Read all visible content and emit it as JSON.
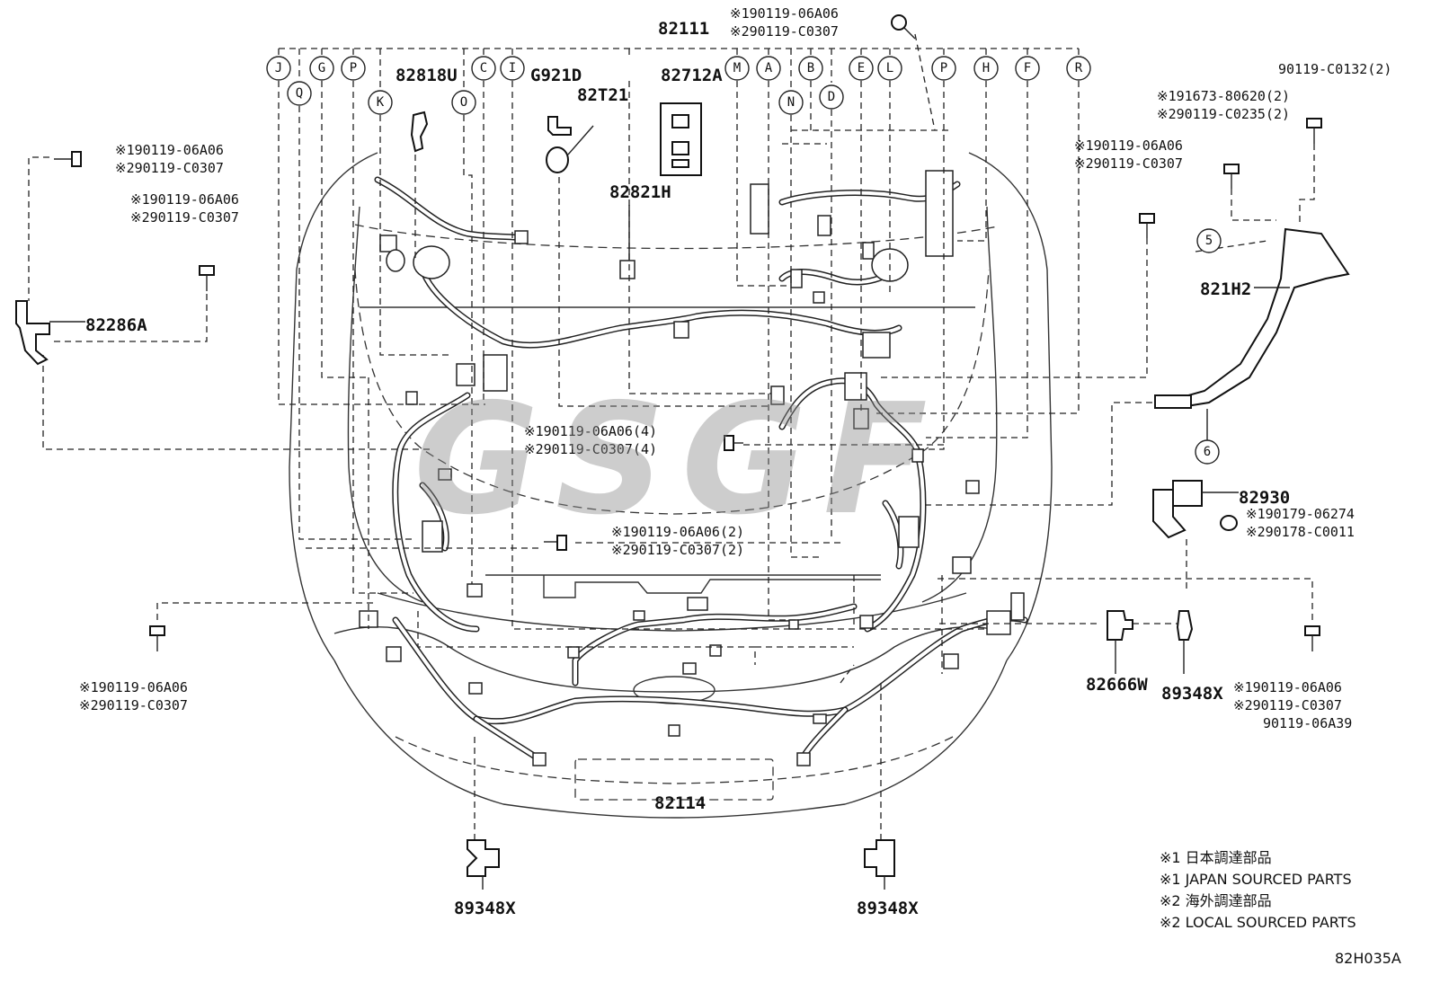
{
  "watermark": "GSGF",
  "drawing_code": "82H035A",
  "labels": {
    "p82111": "82111",
    "p82818U": "82818U",
    "pG921D": "G921D",
    "p82T21": "82T21",
    "p82712A": "82712A",
    "p82821H": "82821H",
    "p82286A": "82286A",
    "p821H2": "821H2",
    "p82930": "82930",
    "p82666W": "82666W",
    "p89348X_a": "89348X",
    "p82114": "82114",
    "p89348X_b": "89348X",
    "p89348X_c": "89348X"
  },
  "notes": {
    "top_1": "※190119-06A06",
    "top_2": "※290119-C0307",
    "left_1a": "※190119-06A06",
    "left_1b": "※290119-C0307",
    "left_2a": "※190119-06A06",
    "left_2b": "※290119-C0307",
    "right_top": "90119-C0132(2)",
    "right_2a": "※191673-80620(2)",
    "right_2b": "※290119-C0235(2)",
    "right_3a": "※190119-06A06",
    "right_3b": "※290119-C0307",
    "center_4a": "※190119-06A06(4)",
    "center_4b": "※290119-C0307(4)",
    "center_2a": "※190119-06A06(2)",
    "center_2b": "※290119-C0307(2)",
    "clip_a": "※190179-06274",
    "clip_b": "※290178-C0011",
    "left_low_a": "※190119-06A06",
    "left_low_b": "※290119-C0307",
    "right_low_a": "※190119-06A06",
    "right_low_b": "※290119-C0307",
    "right_low_c": "90119-06A39"
  },
  "letters": {
    "J": "J",
    "Q": "Q",
    "G": "G",
    "P1": "P",
    "K": "K",
    "O": "O",
    "C": "C",
    "I": "I",
    "M": "M",
    "A": "A",
    "N": "N",
    "B": "B",
    "D": "D",
    "E": "E",
    "L": "L",
    "P2": "P",
    "H": "H",
    "F": "F",
    "R": "R"
  },
  "callouts": {
    "five": "5",
    "six": "6"
  },
  "legend": {
    "line1": "※1 日本調達部品",
    "line2": "※1 JAPAN SOURCED PARTS",
    "line3": "※2 海外調達部品",
    "line4": "※2 LOCAL SOURCED PARTS"
  }
}
